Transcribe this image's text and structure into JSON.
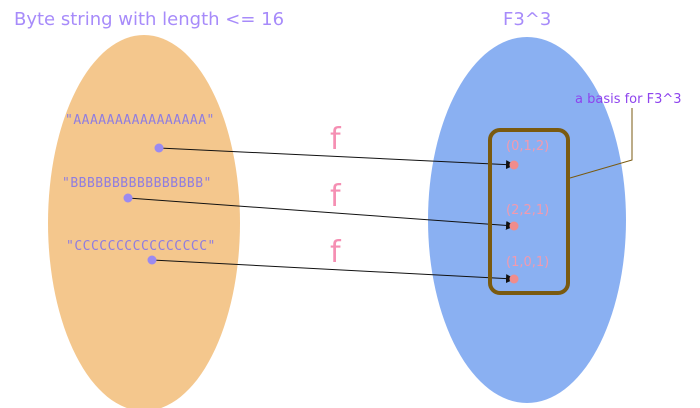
{
  "colors": {
    "left_set_fill": "#F4C78D",
    "right_set_fill": "#8AB0F2",
    "title_color": "#A78BFA",
    "element_label_color": "#8F7DE0",
    "domain_dot_color": "#9B8AF0",
    "codomain_dot_color": "#F08C8C",
    "vector_label_color": "#F29AAE",
    "function_label_color": "#F58FB3",
    "arrow_color": "#111111",
    "basis_box_color": "#7A5A10",
    "callout_color": "#8E44EE"
  },
  "left_set": {
    "title": "Byte string with length <= 16",
    "elements": [
      "\"AAAAAAAAAAAAAAAA\"",
      "\"BBBBBBBBBBBBBBBB\"",
      "\"CCCCCCCCCCCCCCCC\""
    ]
  },
  "right_set": {
    "title": "F3^3",
    "vectors": [
      "(0,1,2)",
      "(2,2,1)",
      "(1,0,1)"
    ]
  },
  "mappings": [
    {
      "function_label": "f"
    },
    {
      "function_label": "f"
    },
    {
      "function_label": "f"
    }
  ],
  "basis_callout": {
    "text": "a basis for F3^3"
  }
}
